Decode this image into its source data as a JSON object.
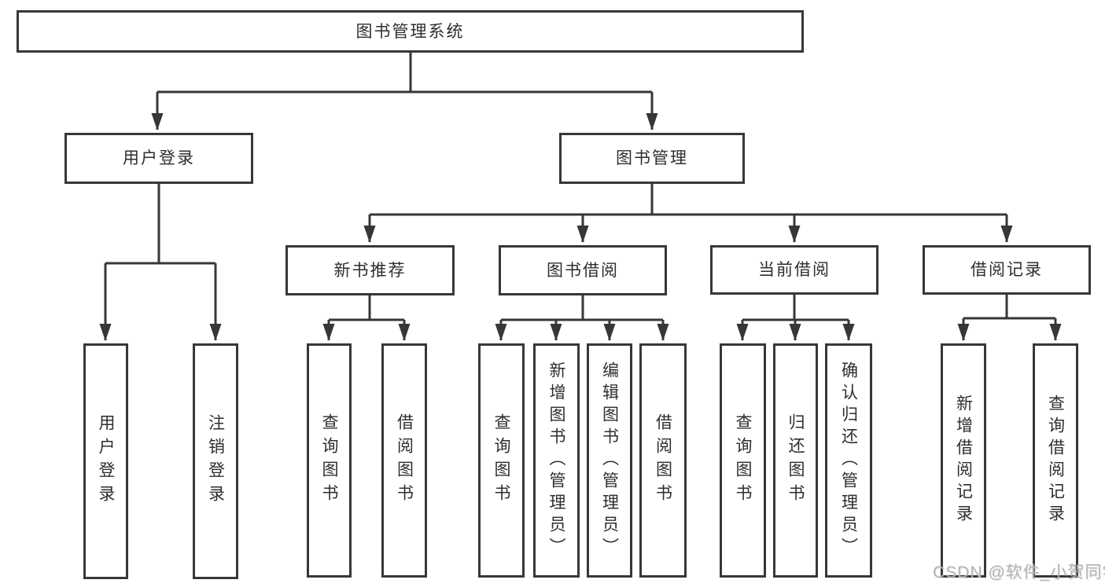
{
  "diagram": {
    "type": "hierarchy-tree",
    "root": {
      "label": "图书管理系统"
    },
    "groups": [
      {
        "label": "用户登录",
        "children": [
          {
            "label": "用户登录"
          },
          {
            "label": "注销登录"
          }
        ]
      },
      {
        "label": "图书管理",
        "subgroups": [
          {
            "label": "新书推荐",
            "children": [
              {
                "label": "查询图书"
              },
              {
                "label": "借阅图书"
              }
            ]
          },
          {
            "label": "图书借阅",
            "children": [
              {
                "label": "查询图书"
              },
              {
                "label": "新增图书（管理员）"
              },
              {
                "label": "编辑图书（管理员）"
              },
              {
                "label": "借阅图书"
              }
            ]
          },
          {
            "label": "当前借阅",
            "children": [
              {
                "label": "查询图书"
              },
              {
                "label": "归还图书"
              },
              {
                "label": "确认归还（管理员）"
              }
            ]
          },
          {
            "label": "借阅记录",
            "children": [
              {
                "label": "新增借阅记录"
              },
              {
                "label": "查询借阅记录"
              }
            ]
          }
        ]
      }
    ]
  },
  "watermark": {
    "text": "CSDN @软件_小贺同学"
  },
  "colors": {
    "line": "#373737",
    "box_border": "#373737",
    "box_fill": "#ffffff",
    "text": "#2e2e2e",
    "watermark_text": "#b6b6b6",
    "background": "#ffffff"
  }
}
